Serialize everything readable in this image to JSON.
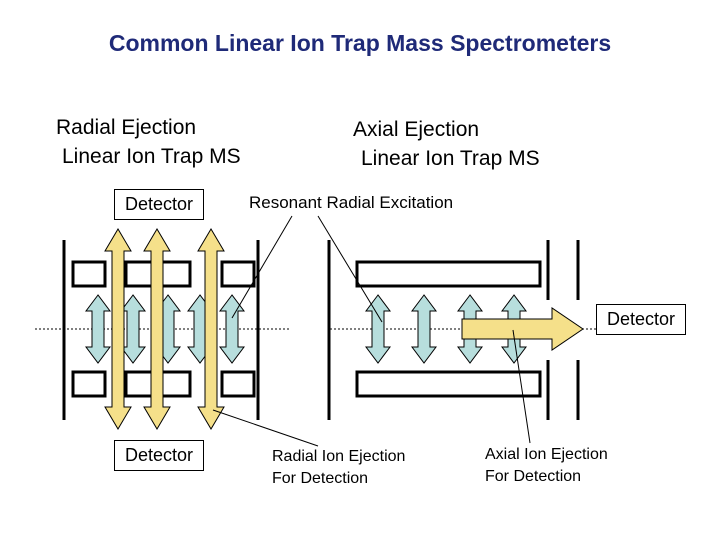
{
  "title": "Common Linear Ion Trap Mass Spectrometers",
  "radial": {
    "heading_line1": "Radial Ejection",
    "heading_line2": "Linear Ion Trap MS",
    "detector_top": "Detector",
    "detector_bottom": "Detector"
  },
  "axial": {
    "heading_line1": "Axial Ejection",
    "heading_line2": "Linear Ion Trap MS",
    "detector": "Detector"
  },
  "annotations": {
    "resonant": "Resonant Radial Excitation",
    "radial_ejection_line1": "Radial Ion Ejection",
    "radial_ejection_line2": "For Detection",
    "axial_ejection_line1": "Axial Ion Ejection",
    "axial_ejection_line2": "For Detection"
  },
  "colors": {
    "title": "#1f2a78",
    "excitation_arrow": "#b7dedd",
    "ejection_arrow": "#f5e08a"
  }
}
